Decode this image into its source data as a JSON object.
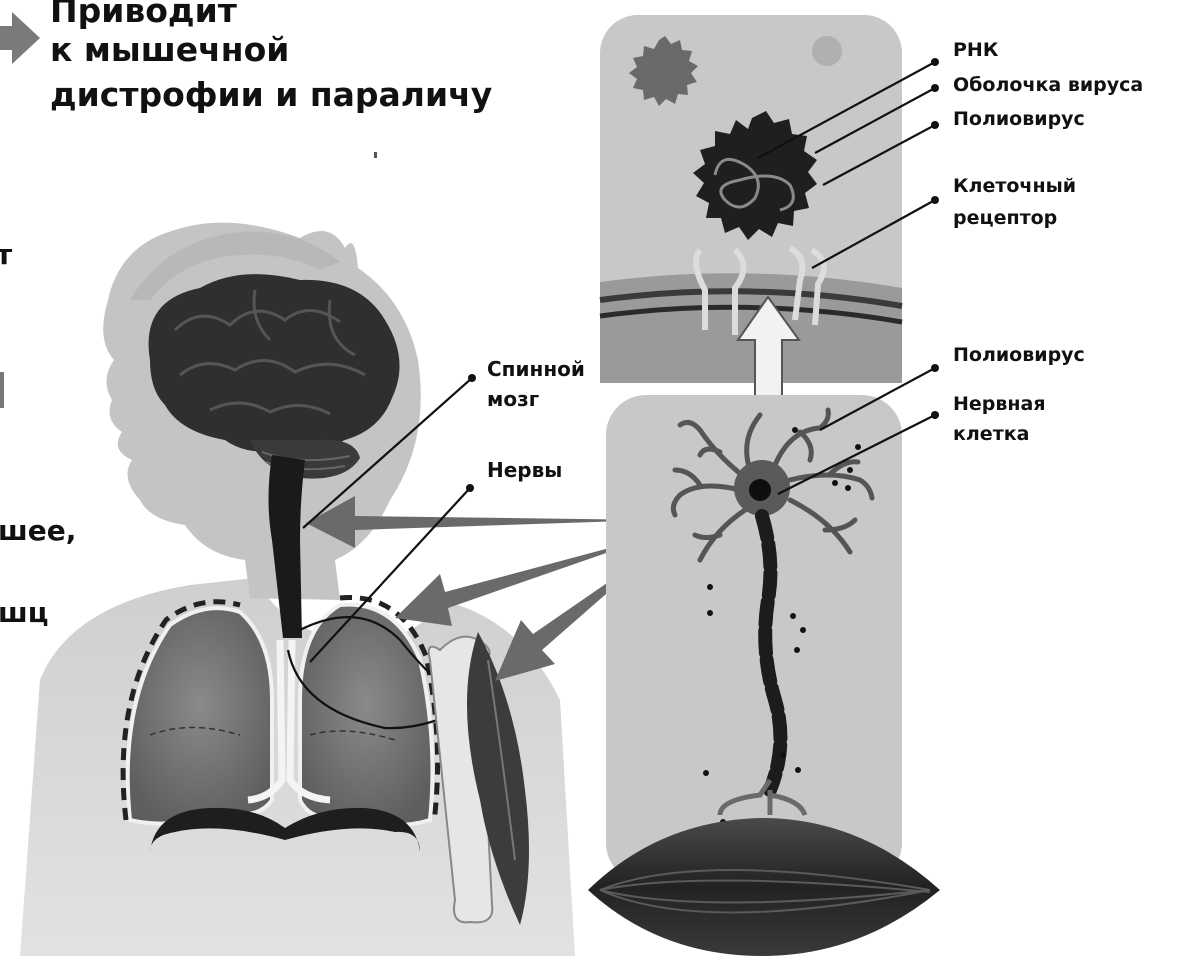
{
  "headline": {
    "line1": "Приводит",
    "line2": "к мышечной",
    "line3": "дистрофии и параличу"
  },
  "side_fragments": {
    "frag1": "т",
    "frag2": "шее,",
    "frag3": "шц"
  },
  "labels": {
    "rnk": "РНК",
    "shell": "Оболочка вируса",
    "poliovirus_top": "Полиовирус",
    "receptor_line1": "Клеточный",
    "receptor_line2": "рецептор",
    "poliovirus_mid": "Полиовирус",
    "nerve_cell_line1": "Нервная",
    "nerve_cell_line2": "клетка",
    "spinal_line1": "Спинной",
    "spinal_line2": "мозг",
    "nerves": "Нервы"
  }
}
